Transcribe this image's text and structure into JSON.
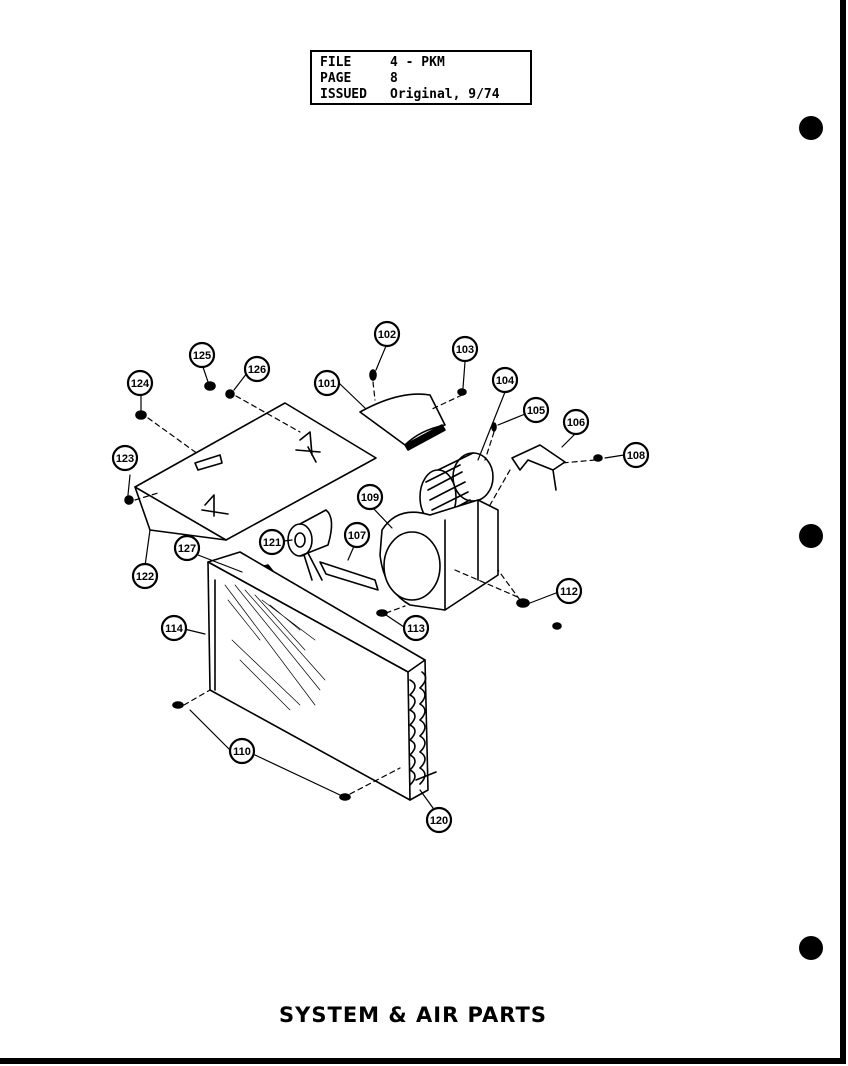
{
  "header": {
    "file_label": "FILE",
    "file_value": "4 - PKM",
    "page_label": "PAGE",
    "page_value": "8",
    "issued_label": "ISSUED",
    "issued_value": "Original, 9/74"
  },
  "title": "SYSTEM & AIR PARTS",
  "callouts": {
    "c101": "101",
    "c102": "102",
    "c103": "103",
    "c104": "104",
    "c105": "105",
    "c106": "106",
    "c107": "107",
    "c108": "108",
    "c109": "109",
    "c110": "110",
    "c112": "112",
    "c113": "113",
    "c114": "114",
    "c120": "120",
    "c121": "121",
    "c122": "122",
    "c123": "123",
    "c124": "124",
    "c125": "125",
    "c126": "126",
    "c127": "127"
  }
}
